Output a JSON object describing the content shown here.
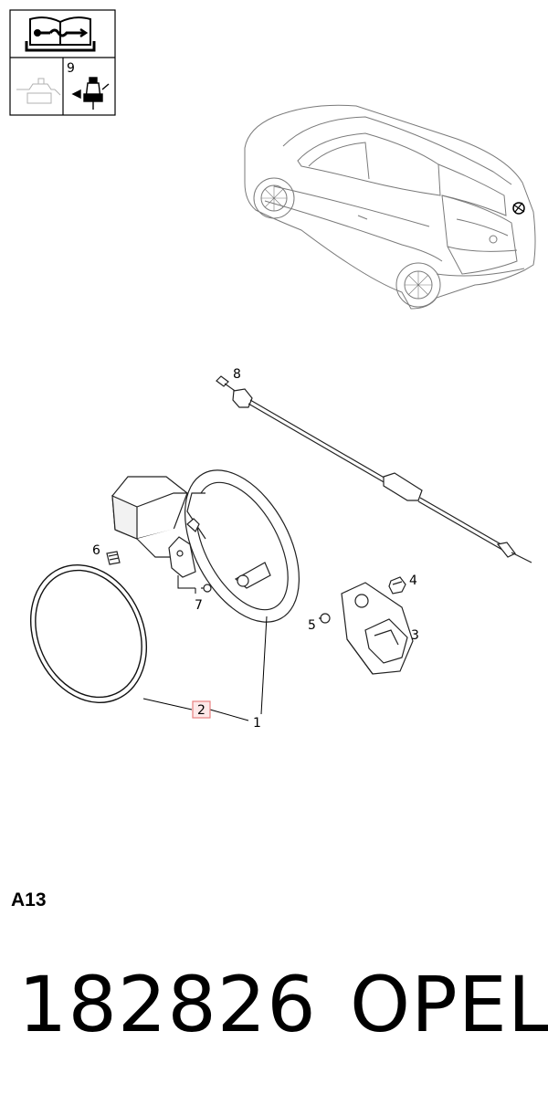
{
  "legend_box": {
    "icon": "repair-manual-icon",
    "cell_label": "9"
  },
  "callouts": {
    "one": "1",
    "two": "2",
    "three": "3",
    "four": "4",
    "five": "5",
    "six": "6",
    "seven": "7",
    "eight": "8"
  },
  "highlight_color": "#e88080",
  "section_code": "A13",
  "part_number": "182826",
  "brand": "OPEL"
}
